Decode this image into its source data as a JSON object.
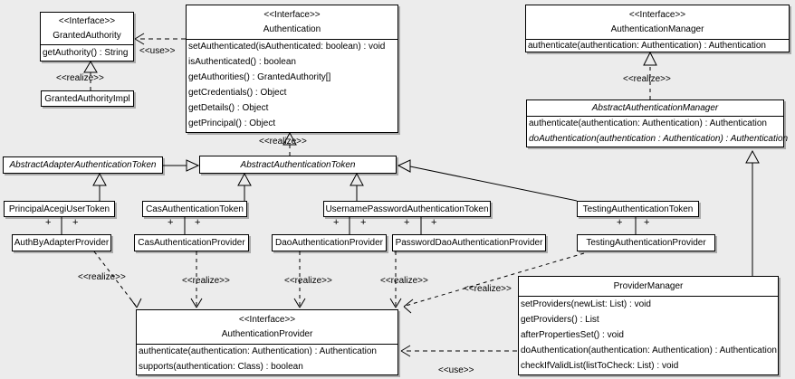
{
  "diagram": {
    "background_color": "#ececec",
    "box_fill_color": "#ffffff",
    "line_color": "#000000"
  },
  "labels": {
    "use": "<<use>>",
    "realize": "<<realize>>",
    "plus": "+"
  },
  "classes": {
    "granted_authority": {
      "stereotype": "<<Interface>>",
      "name": "GrantedAuthority",
      "methods": [
        "getAuthority() : String"
      ]
    },
    "granted_authority_impl": {
      "name": "GrantedAuthorityImpl"
    },
    "authentication": {
      "stereotype": "<<Interface>>",
      "name": "Authentication",
      "methods": [
        "setAuthenticated(isAuthenticated: boolean) : void",
        "isAuthenticated() : boolean",
        "getAuthorities() : GrantedAuthority[]",
        "getCredentials() : Object",
        "getDetails() : Object",
        "getPrincipal() : Object"
      ]
    },
    "authentication_manager": {
      "stereotype": "<<Interface>>",
      "name": "AuthenticationManager",
      "methods": [
        "authenticate(authentication: Authentication) : Authentication"
      ]
    },
    "abstract_authentication_manager": {
      "name": "AbstractAuthenticationManager",
      "methods": [
        "authenticate(authentication: Authentication) : Authentication",
        "doAuthentication(authentication : Authentication) : Authentication"
      ]
    },
    "abstract_adapter_authentication_token": {
      "name": "AbstractAdapterAuthenticationToken"
    },
    "abstract_authentication_token": {
      "name": "AbstractAuthenticationToken"
    },
    "principal_acegi_user_token": {
      "name": "PrincipalAcegiUserToken"
    },
    "cas_authentication_token": {
      "name": "CasAuthenticationToken"
    },
    "username_password_authentication_token": {
      "name": "UsernamePasswordAuthenticationToken"
    },
    "testing_authentication_token": {
      "name": "TestingAuthenticationToken"
    },
    "auth_by_adapter_provider": {
      "name": "AuthByAdapterProvider"
    },
    "cas_authentication_provider": {
      "name": "CasAuthenticationProvider"
    },
    "dao_authentication_provider": {
      "name": "DaoAuthenticationProvider"
    },
    "password_dao_authentication_provider": {
      "name": "PasswordDaoAuthenticationProvider"
    },
    "testing_authentication_provider": {
      "name": "TestingAuthenticationProvider"
    },
    "authentication_provider": {
      "stereotype": "<<Interface>>",
      "name": "AuthenticationProvider",
      "methods": [
        "authenticate(authentication: Authentication) : Authentication",
        "supports(authentication: Class) : boolean"
      ]
    },
    "provider_manager": {
      "name": "ProviderManager",
      "methods": [
        "setProviders(newList: List) : void",
        "getProviders() : List",
        "afterPropertiesSet() : void",
        "doAuthentication(authentication: Authentication) : Authentication",
        "checkIfValidList(listToCheck: List) : void"
      ]
    }
  }
}
